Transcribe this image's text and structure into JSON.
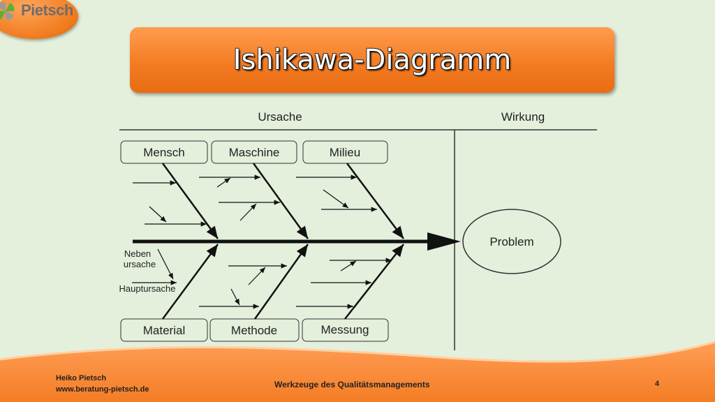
{
  "logo": {
    "text": "Pietsch"
  },
  "title": "Ishikawa-Diagramm",
  "diagram": {
    "cause_header": "Ursache",
    "effect_header": "Wirkung",
    "top_causes": [
      "Mensch",
      "Maschine",
      "Milieu"
    ],
    "bottom_causes": [
      "Material",
      "Methode",
      "Messung"
    ],
    "effect": "Problem",
    "legend_secondary": [
      "Neben",
      "ursache"
    ],
    "legend_primary": "Hauptursache"
  },
  "footer": {
    "author": "Heiko Pietsch",
    "website": "www.beratung-pietsch.de",
    "topic": "Werkzeuge des Qualitätsmanagements",
    "page": "4"
  },
  "colors": {
    "orange": "#f27a20",
    "background": "#e4efdc"
  }
}
